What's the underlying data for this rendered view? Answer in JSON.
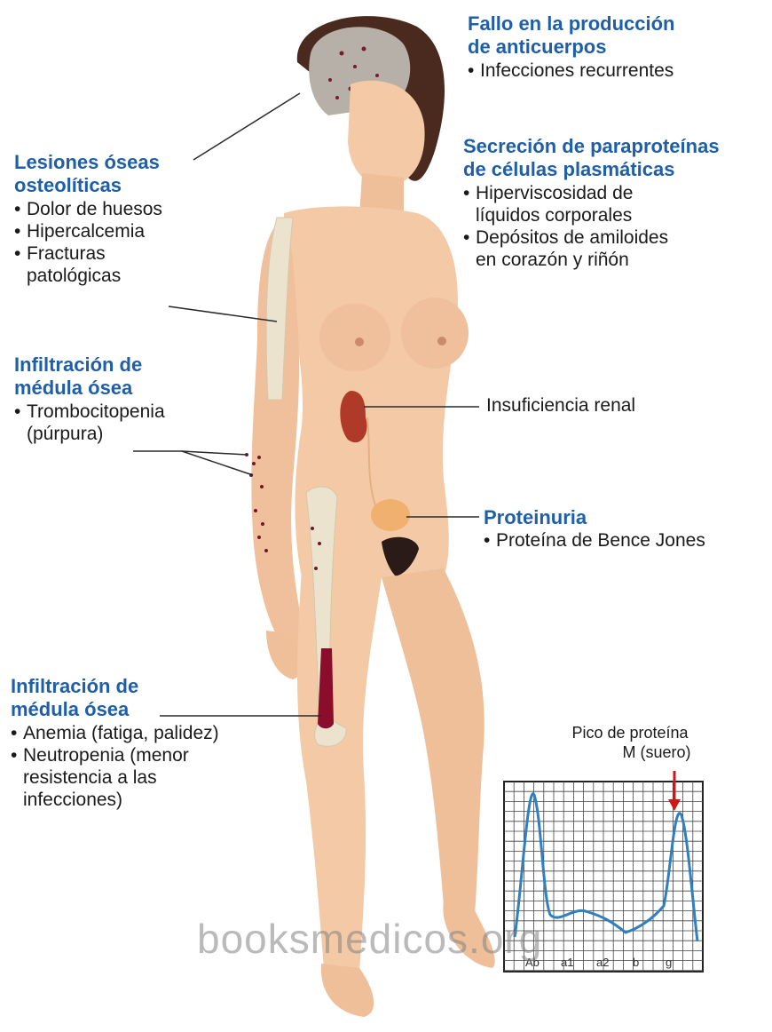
{
  "colors": {
    "heading": "#1f5fa8",
    "skin": "#f3c9a6",
    "bone": "#ece3cf",
    "marrow": "#8a0e2b",
    "curve": "#2f7fc1",
    "lesion": "#6e1a26"
  },
  "callouts": {
    "antibodies": {
      "title_1": "Fallo en la producción",
      "title_2": "de anticuerpos",
      "items": [
        "Infecciones recurrentes"
      ]
    },
    "paraproteins": {
      "title_1": "Secreción de paraproteínas",
      "title_2": "de células plasmáticas",
      "items": [
        [
          "Hiperviscosidad de",
          "líquidos corporales"
        ],
        [
          "Depósitos de amiloides",
          "en corazón y riñón"
        ]
      ]
    },
    "osteolytic": {
      "title_1": "Lesiones óseas",
      "title_2": "osteolíticas",
      "items": [
        "Dolor de huesos",
        "Hipercalcemia",
        [
          "Fracturas",
          "patológicas"
        ]
      ]
    },
    "marrow_top": {
      "title_1": "Infiltración de",
      "title_2": "médula ósea",
      "items": [
        [
          "Trombocitopenia",
          "(púrpura)"
        ]
      ]
    },
    "renal": {
      "text": "Insuficiencia renal"
    },
    "proteinuria": {
      "title": "Proteinuria",
      "items": [
        "Proteína de Bence Jones"
      ]
    },
    "marrow_bottom": {
      "title_1": "Infiltración de",
      "title_2": "médula ósea",
      "items": [
        "Anemia (fatiga, palidez)",
        [
          "Neutropenia (menor",
          "resistencia a las",
          "infecciones)"
        ]
      ]
    }
  },
  "electrophoresis": {
    "title_1": "Pico de proteína",
    "title_2": "M (suero)",
    "labels": [
      "Ab",
      "a1",
      "a2",
      "b",
      "g"
    ],
    "bullet": "•"
  },
  "watermark": "booksmedicos.org"
}
